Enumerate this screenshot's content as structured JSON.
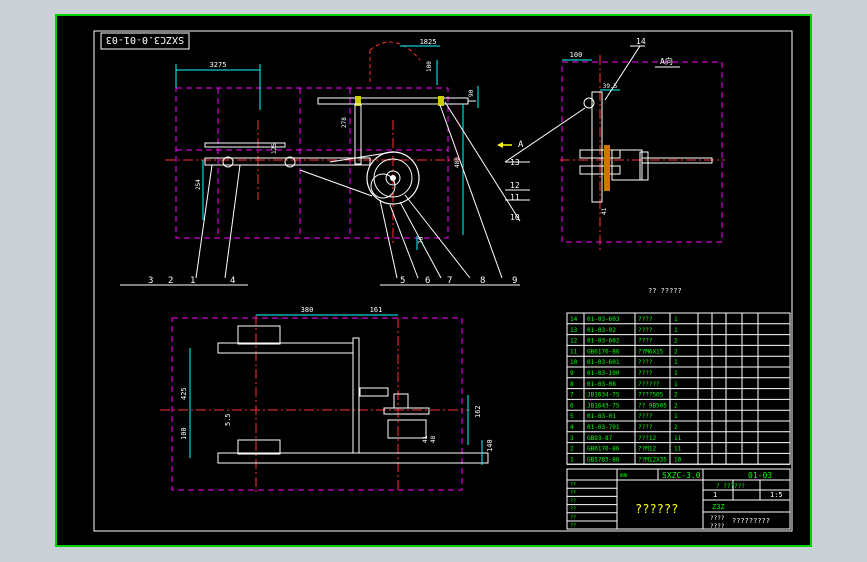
{
  "drawing": {
    "mirrored_code": "SXZC3.0-01-03",
    "front": {
      "dim_top": "3275",
      "dim_right_top": "1825",
      "dim_v1": "100",
      "dim_v2": "90",
      "dim_v3": "480",
      "dim_v4": "254",
      "dim_v5": "278",
      "dim_v6": "70",
      "dim_v7": "125",
      "arrow_label": "A"
    },
    "balloons_bottom": [
      "3",
      "2",
      "1",
      "4",
      "5",
      "6",
      "7",
      "8",
      "9"
    ],
    "balloons_right": [
      "13",
      "12",
      "11",
      "10"
    ],
    "side": {
      "dim_top": "100",
      "dim_mid": "39.5",
      "dim_low": "41",
      "view_label": "A向",
      "balloon_14": "14"
    },
    "plan": {
      "dim_a": "380",
      "dim_b": "161",
      "dim_c": "425",
      "dim_d": "100",
      "dim_e": "5.5",
      "dim_f": "162",
      "dim_g": "140",
      "dim_h": "41",
      "dim_i": "48"
    }
  },
  "notes": {
    "tech_req_title": "?? ?????"
  },
  "bom": {
    "rows": [
      [
        "14",
        "01-03-603",
        "????",
        "1"
      ],
      [
        "13",
        "01-03-02",
        "????",
        "1"
      ],
      [
        "12",
        "01-03-602",
        "????",
        "2"
      ],
      [
        "11",
        "GB6170-86",
        "??M6X15",
        "2"
      ],
      [
        "10",
        "01-03-601",
        "????",
        "1"
      ],
      [
        "9",
        "01-03-100",
        "????",
        "1"
      ],
      [
        "8",
        "01-03-08",
        "??????",
        "1"
      ],
      [
        "7",
        "JB1634-75",
        "????505",
        "2"
      ],
      [
        "6",
        "JB1643-75",
        "?? 9B505",
        "2"
      ],
      [
        "5",
        "01-03-01",
        "????",
        "1"
      ],
      [
        "4",
        "01-03-701",
        "????",
        "2"
      ],
      [
        "3",
        "GB93-87",
        "???12",
        "11"
      ],
      [
        "2",
        "GB6170-86",
        "??M12",
        "11"
      ],
      [
        "1",
        "GB5783-86",
        "??M12X35",
        "10"
      ]
    ]
  },
  "title_block": {
    "unit_label": "mm",
    "model": "SXZC-3.0",
    "drawing_no": "01-03",
    "stage": "? ??????",
    "qty": "1",
    "mass": "",
    "scale": "1:5",
    "material": "Z3Z",
    "name": "??????",
    "sheet": "????",
    "company": "?????????",
    "approval": "????",
    "sign_rows": [
      "??",
      "??",
      "??",
      "??",
      "??",
      "??"
    ]
  }
}
